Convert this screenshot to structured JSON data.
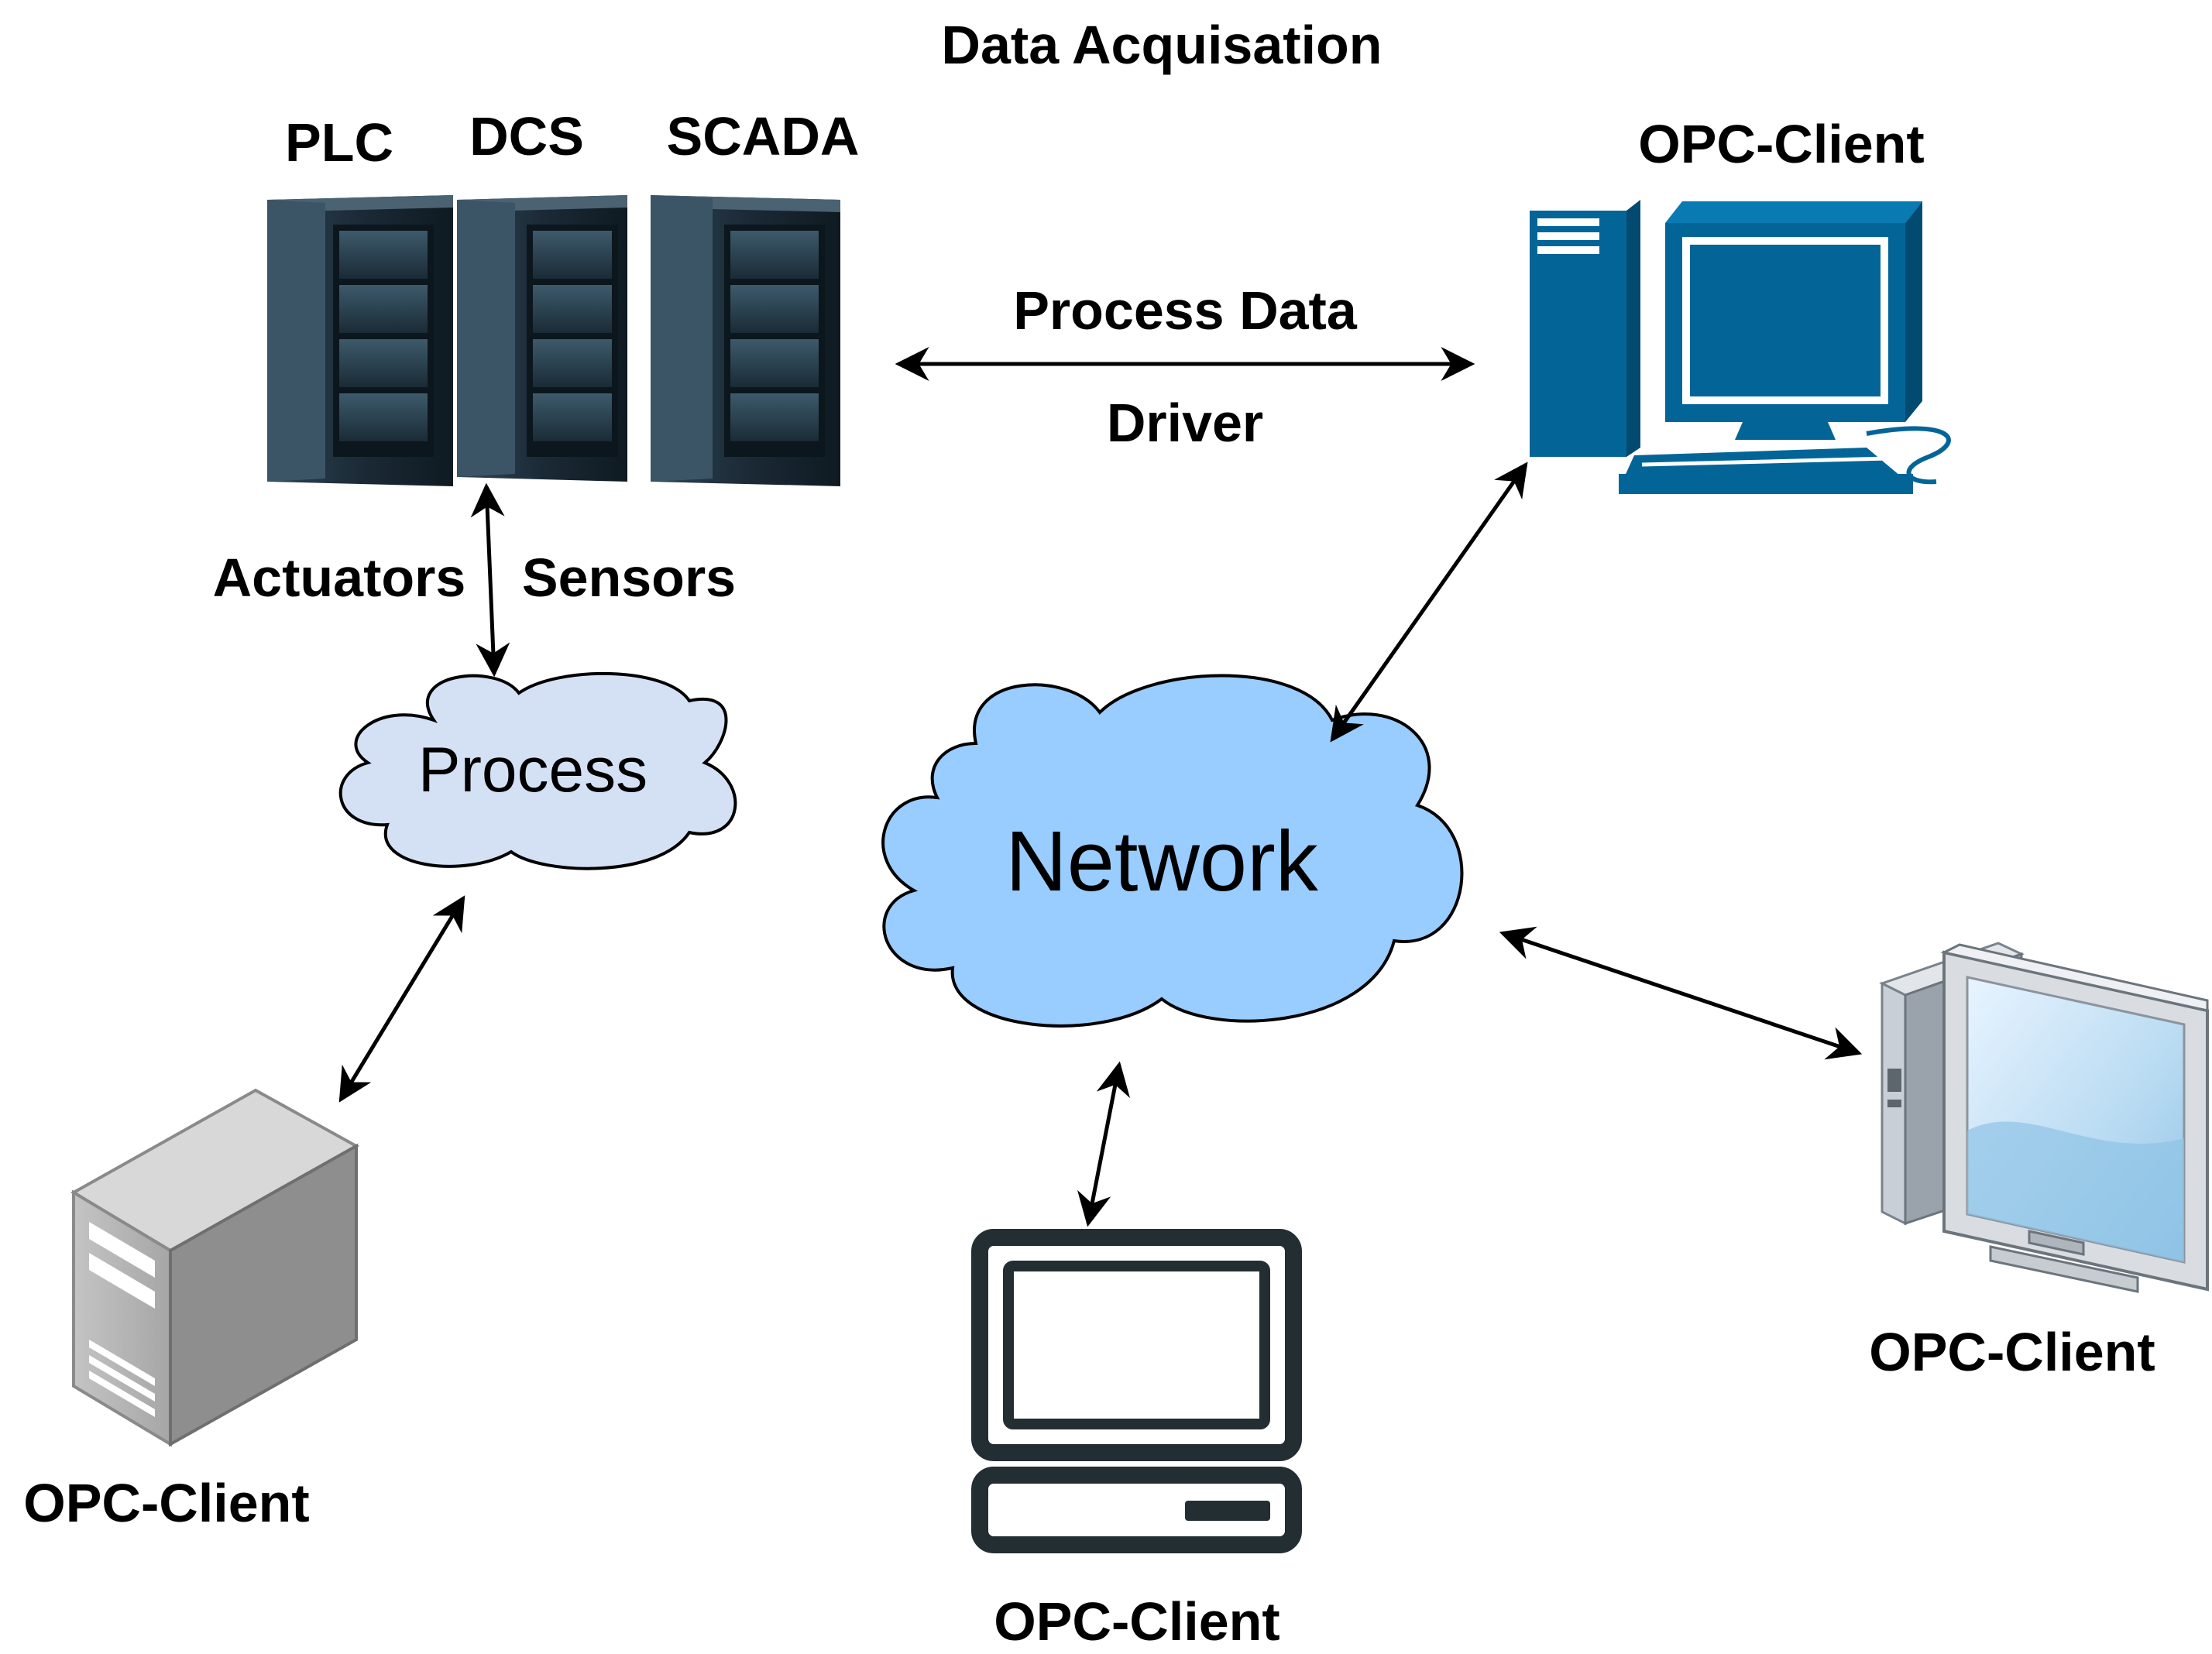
{
  "title": "Data Acquisation",
  "servers": {
    "plc": "PLC",
    "dcs": "DCS",
    "scada": "SCADA"
  },
  "link_top": {
    "above": "Process Data",
    "below": "Driver"
  },
  "io": {
    "left": "Actuators",
    "right": "Sensors"
  },
  "clouds": {
    "process": "Process",
    "network": "Network"
  },
  "clients": {
    "top_right": "OPC-Client",
    "bottom_left": "OPC-Client",
    "bottom_center": "OPC-Client",
    "right": "OPC-Client"
  },
  "colors": {
    "process_cloud": "#d4e1f5",
    "network_cloud": "#99ccff",
    "desktop_blue": "#036597",
    "rack_dark": "#1b2a36",
    "tower_gray": "#9a9a9a"
  }
}
